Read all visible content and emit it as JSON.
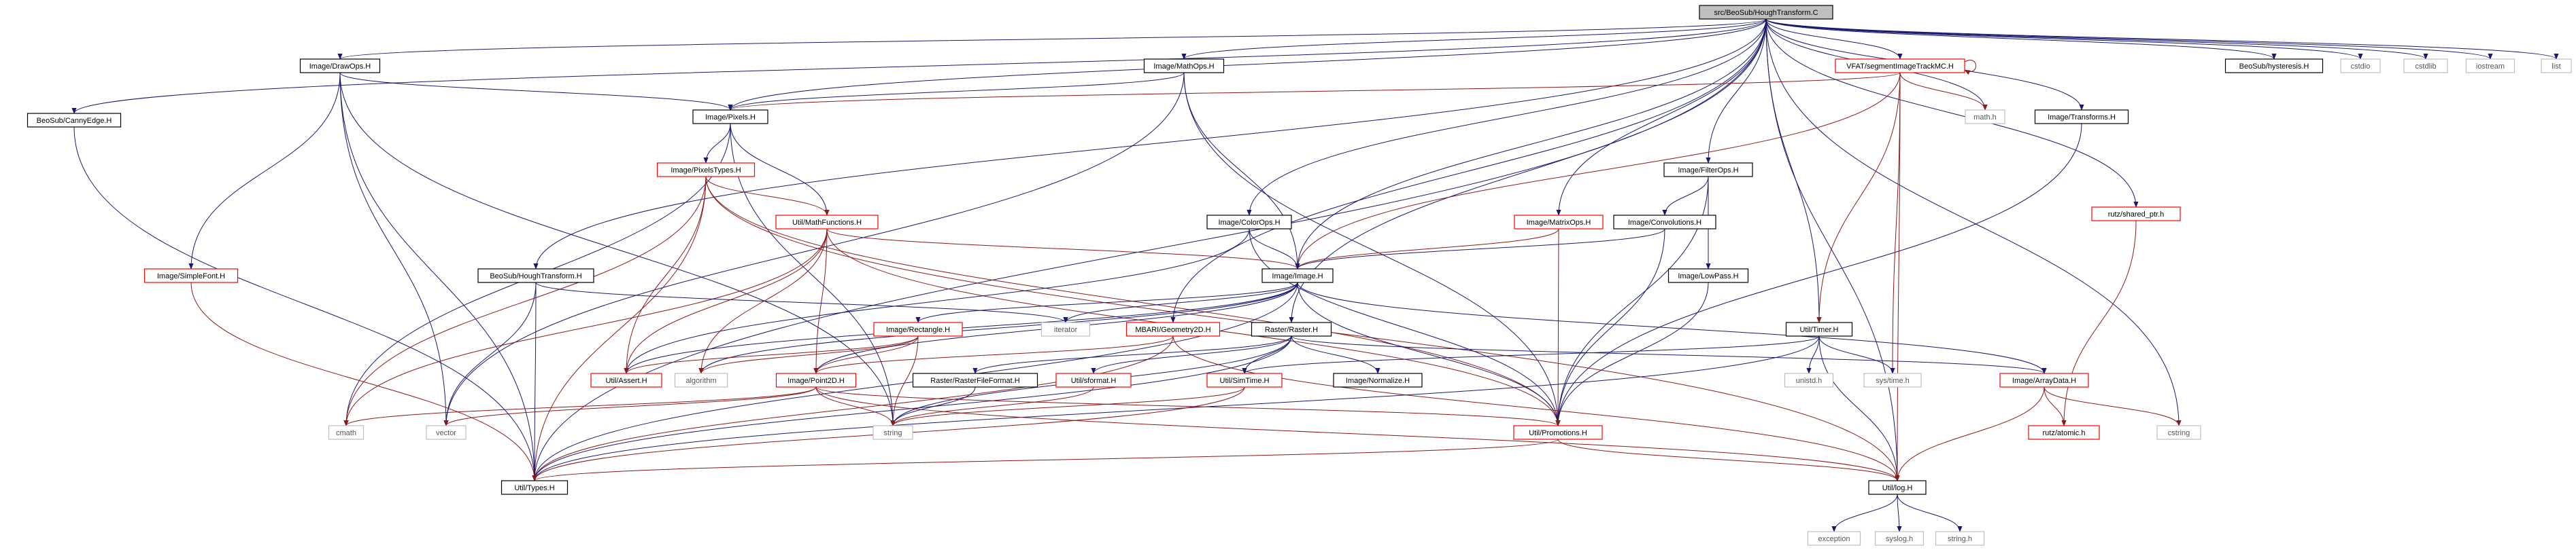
{
  "root": "src/BeoSub/HoughTransform.C",
  "nodes": [
    {
      "id": "root",
      "label": "src/BeoSub/HoughTransform.C",
      "style": "root"
    },
    {
      "id": "drawops",
      "label": "Image/DrawOps.H",
      "style": "black"
    },
    {
      "id": "mathops",
      "label": "Image/MathOps.H",
      "style": "black"
    },
    {
      "id": "vfat",
      "label": "VFAT/segmentImageTrackMC.H",
      "style": "red"
    },
    {
      "id": "hysteresis",
      "label": "BeoSub/hysteresis.H",
      "style": "black"
    },
    {
      "id": "cstdio",
      "label": "cstdio",
      "style": "gray"
    },
    {
      "id": "cstdlib",
      "label": "cstdlib",
      "style": "gray"
    },
    {
      "id": "iostream",
      "label": "iostream",
      "style": "gray"
    },
    {
      "id": "list",
      "label": "list",
      "style": "gray"
    },
    {
      "id": "cannyedge",
      "label": "BeoSub/CannyEdge.H",
      "style": "black"
    },
    {
      "id": "pixels",
      "label": "Image/Pixels.H",
      "style": "black"
    },
    {
      "id": "mathh",
      "label": "math.h",
      "style": "gray"
    },
    {
      "id": "transforms",
      "label": "Image/Transforms.H",
      "style": "black"
    },
    {
      "id": "pixelstypes",
      "label": "Image/PixelsTypes.H",
      "style": "red"
    },
    {
      "id": "sharedptr",
      "label": "rutz/shared_ptr.h",
      "style": "red"
    },
    {
      "id": "filterops",
      "label": "Image/FilterOps.H",
      "style": "black"
    },
    {
      "id": "mathfunctions",
      "label": "Util/MathFunctions.H",
      "style": "red"
    },
    {
      "id": "colorops",
      "label": "Image/ColorOps.H",
      "style": "black"
    },
    {
      "id": "matrixops",
      "label": "Image/MatrixOps.H",
      "style": "red"
    },
    {
      "id": "convolutions",
      "label": "Image/Convolutions.H",
      "style": "black"
    },
    {
      "id": "simplefont",
      "label": "Image/SimpleFont.H",
      "style": "red"
    },
    {
      "id": "houghh",
      "label": "BeoSub/HoughTransform.H",
      "style": "black"
    },
    {
      "id": "image",
      "label": "Image/Image.H",
      "style": "black"
    },
    {
      "id": "lowpass",
      "label": "Image/LowPass.H",
      "style": "black"
    },
    {
      "id": "rectangle",
      "label": "Image/Rectangle.H",
      "style": "red"
    },
    {
      "id": "iterator",
      "label": "iterator",
      "style": "gray"
    },
    {
      "id": "mbari",
      "label": "MBARI/Geometry2D.H",
      "style": "red"
    },
    {
      "id": "raster",
      "label": "Raster/Raster.H",
      "style": "black"
    },
    {
      "id": "timer",
      "label": "Util/Timer.H",
      "style": "black"
    },
    {
      "id": "assert",
      "label": "Util/Assert.H",
      "style": "red"
    },
    {
      "id": "algorithm",
      "label": "algorithm",
      "style": "gray"
    },
    {
      "id": "point2d",
      "label": "Image/Point2D.H",
      "style": "red"
    },
    {
      "id": "rasterfileformat",
      "label": "Raster/RasterFileFormat.H",
      "style": "black"
    },
    {
      "id": "sformat",
      "label": "Util/sformat.H",
      "style": "red"
    },
    {
      "id": "simtime",
      "label": "Util/SimTime.H",
      "style": "red"
    },
    {
      "id": "normalize",
      "label": "Image/Normalize.H",
      "style": "black"
    },
    {
      "id": "unistd",
      "label": "unistd.h",
      "style": "gray"
    },
    {
      "id": "systime",
      "label": "sys/time.h",
      "style": "gray"
    },
    {
      "id": "arraydata",
      "label": "Image/ArrayData.H",
      "style": "red"
    },
    {
      "id": "cmath",
      "label": "cmath",
      "style": "gray"
    },
    {
      "id": "vector",
      "label": "vector",
      "style": "gray"
    },
    {
      "id": "string",
      "label": "string",
      "style": "gray"
    },
    {
      "id": "promotions",
      "label": "Util/Promotions.H",
      "style": "red"
    },
    {
      "id": "atomic",
      "label": "rutz/atomic.h",
      "style": "red"
    },
    {
      "id": "cstring",
      "label": "cstring",
      "style": "gray"
    },
    {
      "id": "types",
      "label": "Util/Types.H",
      "style": "black"
    },
    {
      "id": "log",
      "label": "Util/log.H",
      "style": "black"
    },
    {
      "id": "exception",
      "label": "exception",
      "style": "gray"
    },
    {
      "id": "syslog",
      "label": "syslog.h",
      "style": "gray"
    },
    {
      "id": "stringh",
      "label": "string.h",
      "style": "gray"
    }
  ],
  "edges": [
    [
      "root",
      "drawops"
    ],
    [
      "root",
      "mathops"
    ],
    [
      "root",
      "vfat"
    ],
    [
      "root",
      "hysteresis"
    ],
    [
      "root",
      "cstdio"
    ],
    [
      "root",
      "cstdlib"
    ],
    [
      "root",
      "iostream"
    ],
    [
      "root",
      "list"
    ],
    [
      "root",
      "cannyedge"
    ],
    [
      "root",
      "pixels"
    ],
    [
      "root",
      "mathh"
    ],
    [
      "root",
      "transforms"
    ],
    [
      "root",
      "sharedptr"
    ],
    [
      "root",
      "filterops"
    ],
    [
      "root",
      "colorops"
    ],
    [
      "root",
      "matrixops"
    ],
    [
      "root",
      "houghh"
    ],
    [
      "root",
      "image"
    ],
    [
      "root",
      "mbari"
    ],
    [
      "root",
      "raster"
    ],
    [
      "root",
      "timer"
    ],
    [
      "root",
      "types"
    ],
    [
      "root",
      "log"
    ],
    [
      "root",
      "cstring"
    ],
    [
      "vfat",
      "vfat"
    ],
    [
      "vfat",
      "pixels"
    ],
    [
      "vfat",
      "mathh"
    ],
    [
      "vfat",
      "image"
    ],
    [
      "vfat",
      "timer"
    ],
    [
      "vfat",
      "systime"
    ],
    [
      "vfat",
      "log"
    ],
    [
      "drawops",
      "pixels"
    ],
    [
      "drawops",
      "simplefont"
    ],
    [
      "drawops",
      "types"
    ],
    [
      "drawops",
      "vector"
    ],
    [
      "drawops",
      "string"
    ],
    [
      "mathops",
      "pixels"
    ],
    [
      "mathops",
      "image"
    ],
    [
      "mathops",
      "promotions"
    ],
    [
      "mathops",
      "vector"
    ],
    [
      "cannyedge",
      "types"
    ],
    [
      "pixels",
      "pixelstypes"
    ],
    [
      "pixels",
      "mathfunctions"
    ],
    [
      "pixels",
      "cmath"
    ],
    [
      "pixels",
      "string"
    ],
    [
      "pixelstypes",
      "mathfunctions"
    ],
    [
      "pixelstypes",
      "promotions"
    ],
    [
      "pixelstypes",
      "assert"
    ],
    [
      "pixelstypes",
      "types"
    ],
    [
      "pixelstypes",
      "cmath"
    ],
    [
      "pixelstypes",
      "log"
    ],
    [
      "mathfunctions",
      "image"
    ],
    [
      "mathfunctions",
      "point2d"
    ],
    [
      "mathfunctions",
      "assert"
    ],
    [
      "mathfunctions",
      "algorithm"
    ],
    [
      "mathfunctions",
      "cmath"
    ],
    [
      "mathfunctions",
      "promotions"
    ],
    [
      "transforms",
      "promotions"
    ],
    [
      "sharedptr",
      "atomic"
    ],
    [
      "filterops",
      "convolutions"
    ],
    [
      "filterops",
      "lowpass"
    ],
    [
      "filterops",
      "promotions"
    ],
    [
      "colorops",
      "image"
    ],
    [
      "colorops",
      "promotions"
    ],
    [
      "colorops",
      "assert"
    ],
    [
      "matrixops",
      "image"
    ],
    [
      "matrixops",
      "promotions"
    ],
    [
      "convolutions",
      "image"
    ],
    [
      "convolutions",
      "promotions"
    ],
    [
      "simplefont",
      "types"
    ],
    [
      "houghh",
      "iterator"
    ],
    [
      "houghh",
      "vector"
    ],
    [
      "houghh",
      "types"
    ],
    [
      "image",
      "iterator"
    ],
    [
      "image",
      "rectangle"
    ],
    [
      "image",
      "point2d"
    ],
    [
      "image",
      "assert"
    ],
    [
      "image",
      "arraydata"
    ],
    [
      "image",
      "promotions"
    ],
    [
      "image",
      "algorithm"
    ],
    [
      "image",
      "types"
    ],
    [
      "lowpass",
      "promotions"
    ],
    [
      "rectangle",
      "point2d"
    ],
    [
      "rectangle",
      "assert"
    ],
    [
      "rectangle",
      "algorithm"
    ],
    [
      "rectangle",
      "string"
    ],
    [
      "mbari",
      "point2d"
    ],
    [
      "mbari",
      "types"
    ],
    [
      "mbari",
      "log"
    ],
    [
      "raster",
      "rasterfileformat"
    ],
    [
      "raster",
      "sformat"
    ],
    [
      "raster",
      "normalize"
    ],
    [
      "raster",
      "string"
    ],
    [
      "raster",
      "types"
    ],
    [
      "raster",
      "arraydata"
    ],
    [
      "raster",
      "simtime"
    ],
    [
      "timer",
      "simtime"
    ],
    [
      "timer",
      "unistd"
    ],
    [
      "timer",
      "systime"
    ],
    [
      "timer",
      "types"
    ],
    [
      "timer",
      "log"
    ],
    [
      "point2d",
      "cmath"
    ],
    [
      "point2d",
      "vector"
    ],
    [
      "point2d",
      "string"
    ],
    [
      "point2d",
      "promotions"
    ],
    [
      "point2d",
      "log"
    ],
    [
      "rasterfileformat",
      "string"
    ],
    [
      "sformat",
      "string"
    ],
    [
      "simtime",
      "string"
    ],
    [
      "simtime",
      "types"
    ],
    [
      "arraydata",
      "atomic"
    ],
    [
      "arraydata",
      "cstring"
    ],
    [
      "arraydata",
      "log"
    ],
    [
      "promotions",
      "types"
    ],
    [
      "promotions",
      "log"
    ],
    [
      "log",
      "exception"
    ],
    [
      "log",
      "syslog"
    ],
    [
      "log",
      "stringh"
    ]
  ],
  "colors": {
    "edge": "#191970",
    "edge_red": "#8b1a1a",
    "node_border_black": "#000000",
    "node_border_red": "#ff0000",
    "node_border_gray": "#bfbfbf",
    "root_fill": "#bfbfbf",
    "text": "#000000"
  }
}
